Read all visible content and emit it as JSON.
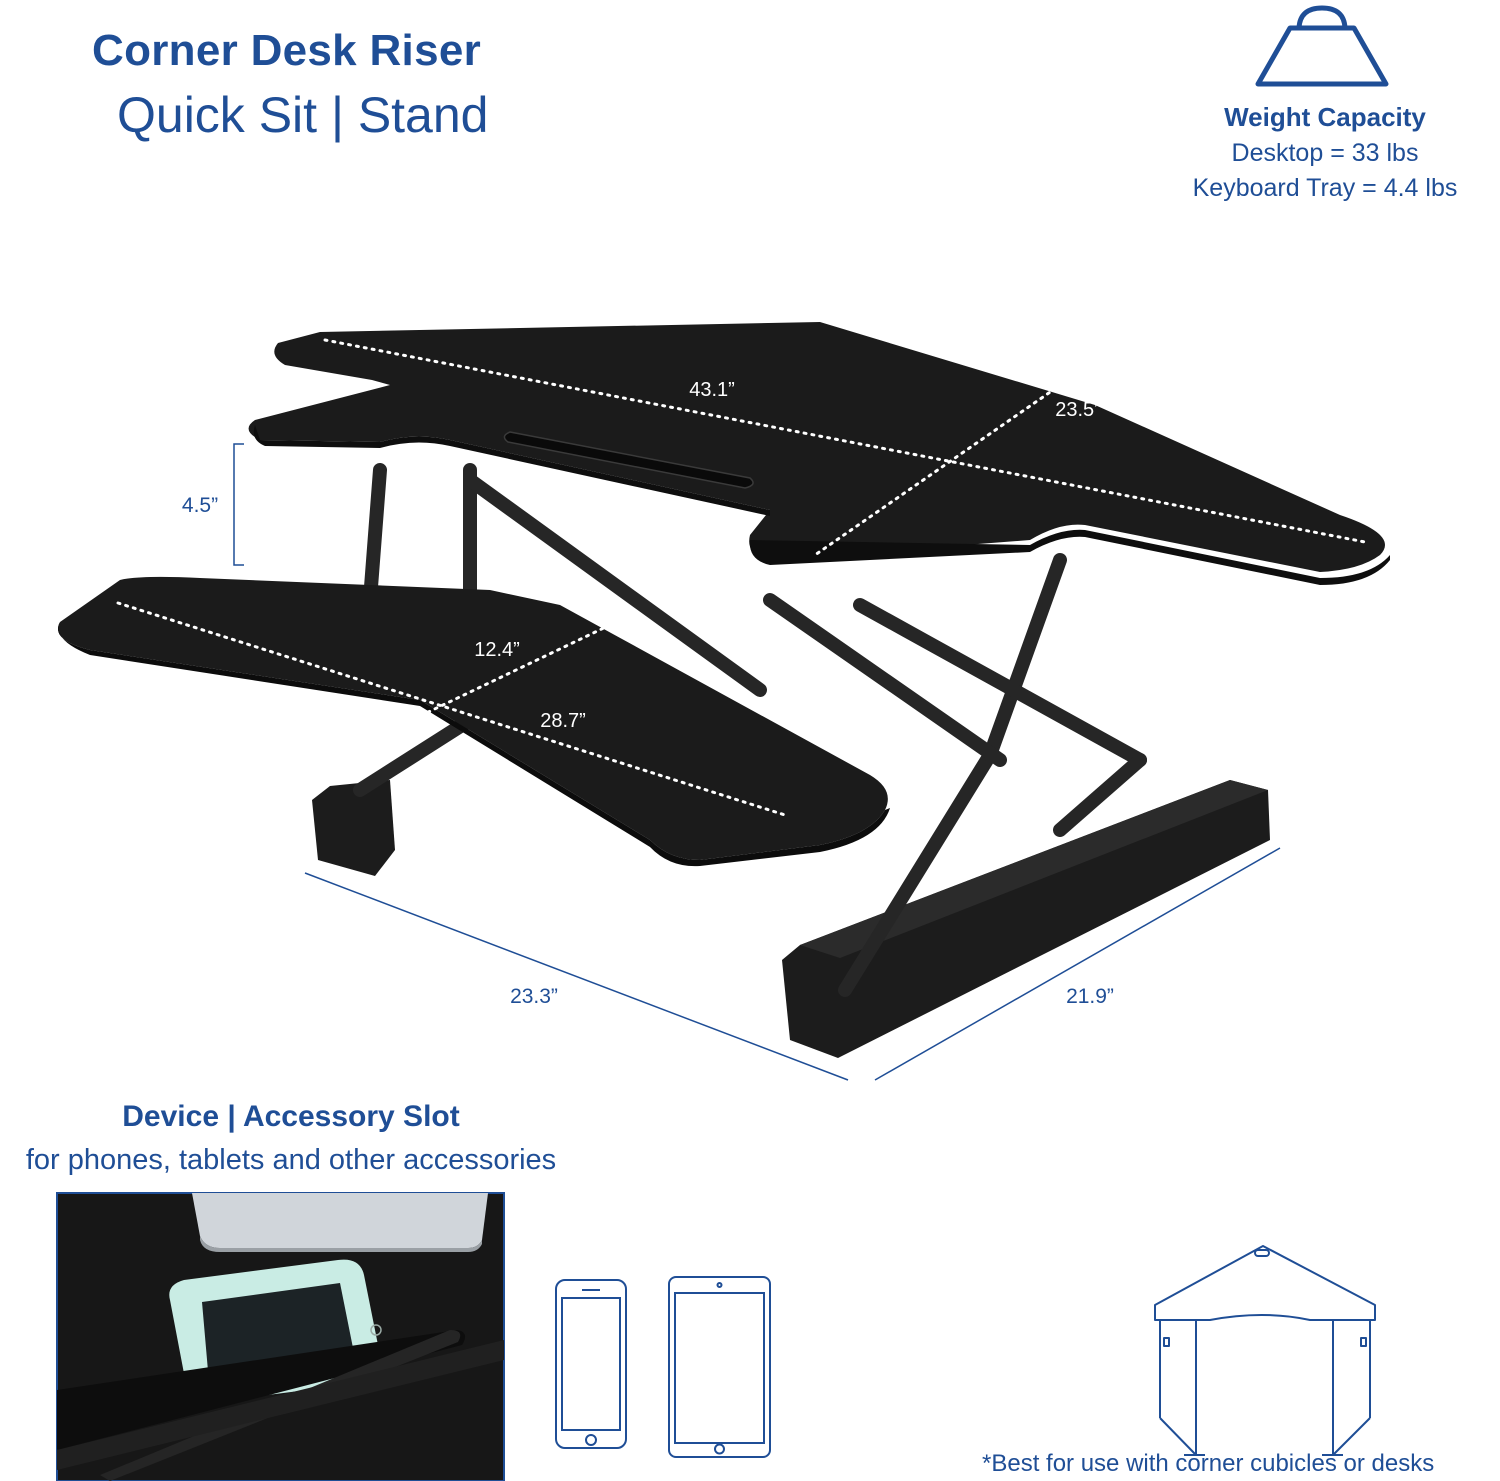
{
  "header": {
    "title": "Corner Desk Riser",
    "subtitle": "Quick Sit | Stand"
  },
  "weight_capacity": {
    "title": "Weight Capacity",
    "desktop": "Desktop = 33 lbs",
    "keyboard_tray": "Keyboard Tray = 4.4 lbs",
    "icon": "weight-icon"
  },
  "dimensions": {
    "desktop_width": "43.1”",
    "desktop_depth": "23.5”",
    "keyboard_depth": "12.4”",
    "keyboard_width": "28.7”",
    "min_height": "4.5”",
    "base_left": "23.3”",
    "base_right": "21.9”"
  },
  "accessory_slot": {
    "title": "Device | Accessory Slot",
    "subtitle": "for phones, tablets and other accessories",
    "icons": [
      "phone-icon",
      "tablet-icon"
    ]
  },
  "footnote": "*Best for use with corner cubicles or desks",
  "colors": {
    "brand_blue": "#1f4e96",
    "product_black": "#1e1e1e"
  }
}
